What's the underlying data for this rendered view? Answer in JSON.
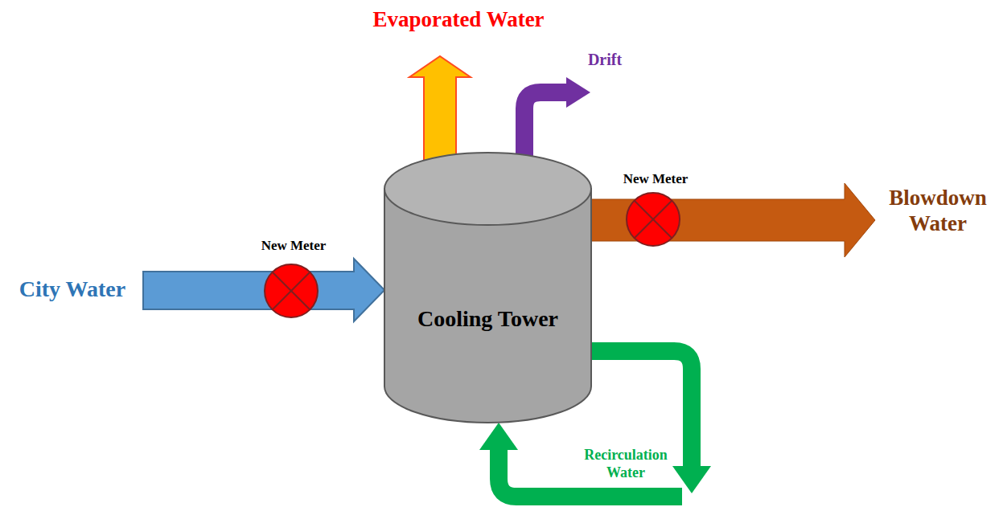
{
  "diagram": {
    "nodes": [
      {
        "text": [
          "Cooling Tower"
        ]
      }
    ],
    "labels": [
      "City Water",
      "New Meter",
      "Evaporated Water",
      "Drift",
      "New Meter",
      "Blowdown Water",
      "Recirculation Water"
    ]
  }
}
